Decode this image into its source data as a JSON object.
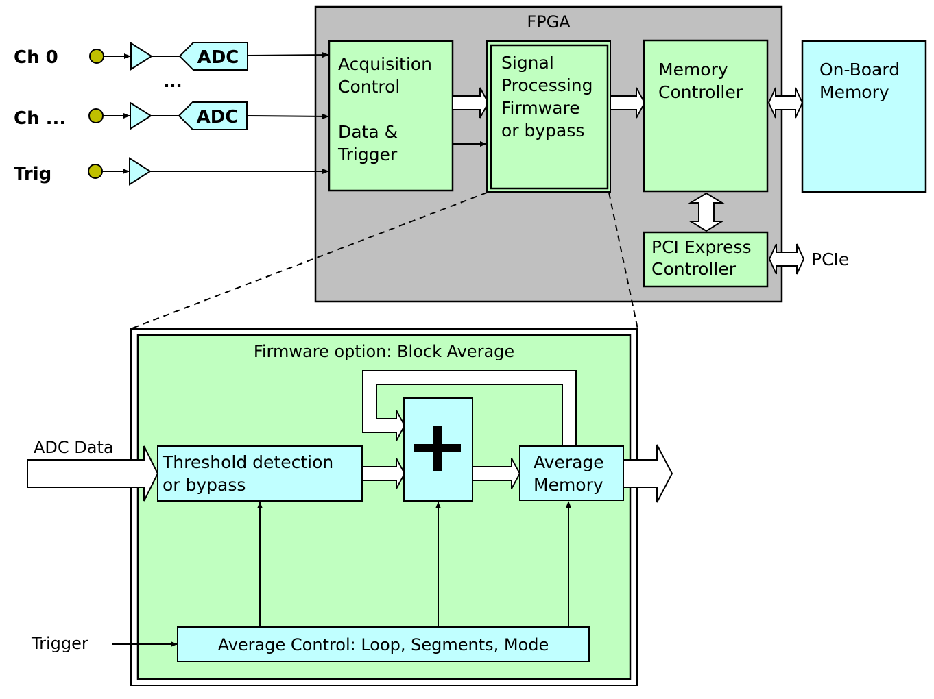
{
  "colors": {
    "fpga_bg": "#c0c0c0",
    "green_block": "#c0ffc0",
    "cyan_block": "#c0ffff",
    "connector": "#c0c000",
    "line": "#000000",
    "arrow_fill": "#ffffff"
  },
  "inputs": [
    {
      "label": "Ch 0",
      "has_adc": true,
      "adc_label": "ADC"
    },
    {
      "label": "Ch ...",
      "has_adc": true,
      "adc_label": "ADC"
    },
    {
      "label": "Trig",
      "has_adc": false
    }
  ],
  "ellipsis": "...",
  "fpga": {
    "title": "FPGA",
    "acquisition": {
      "lines": [
        "Acquisition",
        "Control"
      ],
      "lines2": [
        "Data &",
        "Trigger"
      ]
    },
    "signal_processing": {
      "lines": [
        "Signal",
        "Processing",
        "Firmware",
        "or bypass"
      ]
    },
    "memory_controller": {
      "lines": [
        "Memory",
        "Controller"
      ]
    },
    "pcie_controller": {
      "lines": [
        "PCI Express",
        "Controller"
      ]
    }
  },
  "onboard_memory": {
    "lines": [
      "On-Board",
      "Memory"
    ]
  },
  "pcie_label": "PCIe",
  "firmware": {
    "title": "Firmware option: Block Average",
    "adc_data_label": "ADC Data",
    "threshold": {
      "lines": [
        "Threshold detection",
        "or bypass"
      ]
    },
    "adder_symbol": "+",
    "average_memory": {
      "lines": [
        "Average",
        "Memory"
      ]
    },
    "trigger_label": "Trigger",
    "average_control": "Average Control: Loop, Segments, Mode"
  }
}
